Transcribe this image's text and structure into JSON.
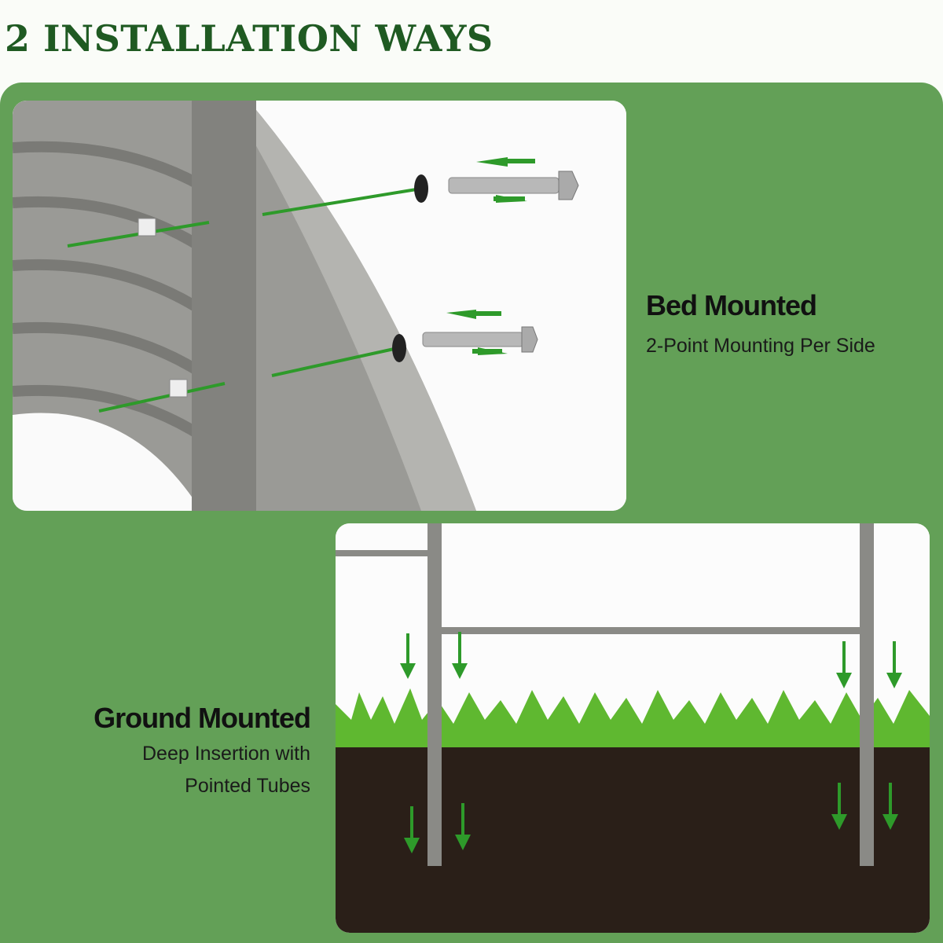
{
  "title": "2 INSTALLATION WAYS",
  "bed_mounted": {
    "title": "Bed Mounted",
    "subtitle": "2-Point Mounting Per Side"
  },
  "ground_mounted": {
    "title": "Ground Mounted",
    "subtitle_line1": "Deep Insertion with",
    "subtitle_line2": "Pointed Tubes"
  },
  "colors": {
    "title": "#1f5a22",
    "panel": "#63a057",
    "arrow": "#2e9a2a",
    "metal": "#8a8a86",
    "soil": "#2a1f18",
    "grass": "#5fb830"
  }
}
